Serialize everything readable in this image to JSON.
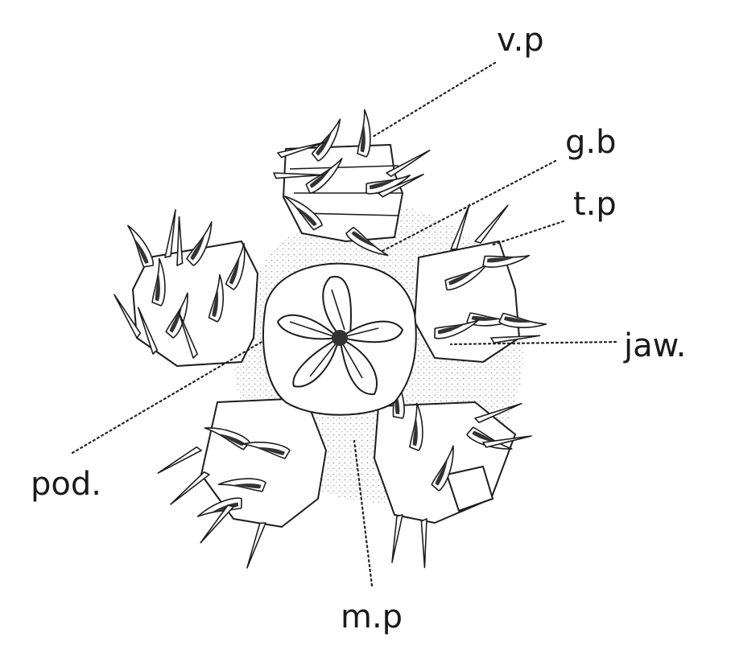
{
  "figure": {
    "labels": {
      "vp": "v.p",
      "gb": "g.b",
      "tp": "t.p",
      "jaw": "jaw.",
      "pod": "pod.",
      "mp": "m.p"
    }
  }
}
